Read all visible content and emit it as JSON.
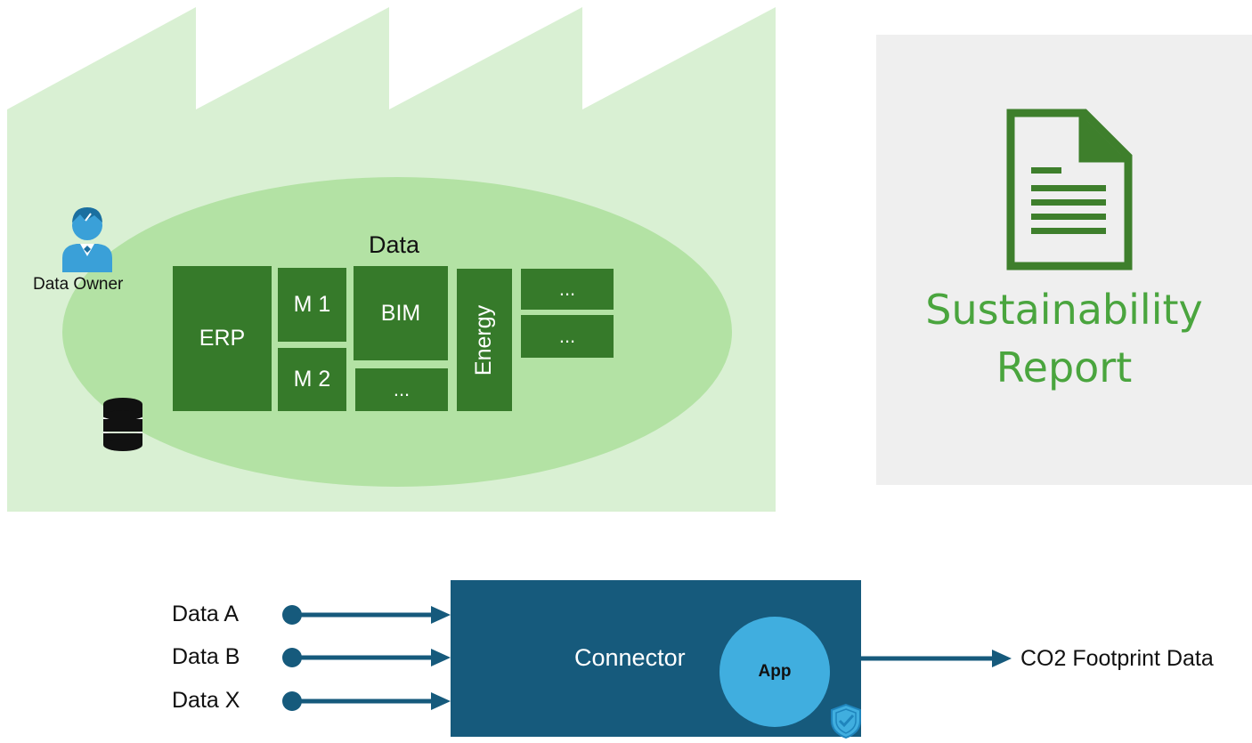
{
  "factory": {
    "data_heading": "Data",
    "owner_label": "Data Owner",
    "blocks": {
      "erp": "ERP",
      "m1": "M 1",
      "m2": "M 2",
      "bim": "BIM",
      "bim_more": "...",
      "energy": "Energy",
      "more1": "...",
      "more2": "..."
    }
  },
  "report": {
    "line1": "Sustainability",
    "line2": "Report"
  },
  "connector": {
    "inputs": [
      "Data A",
      "Data B",
      "Data X"
    ],
    "label": "Connector",
    "app_label": "App",
    "output_label": "CO2 Footprint Data"
  },
  "colors": {
    "factory_bg": "#d9f0d3",
    "ellipse": "#b3e2a4",
    "block": "#367a2a",
    "report_text": "#4aa53e",
    "connector": "#165a7c",
    "app": "#40aedf"
  },
  "icons": [
    "person-icon",
    "database-icon",
    "document-icon",
    "shield-check-icon",
    "arrow-icon"
  ]
}
